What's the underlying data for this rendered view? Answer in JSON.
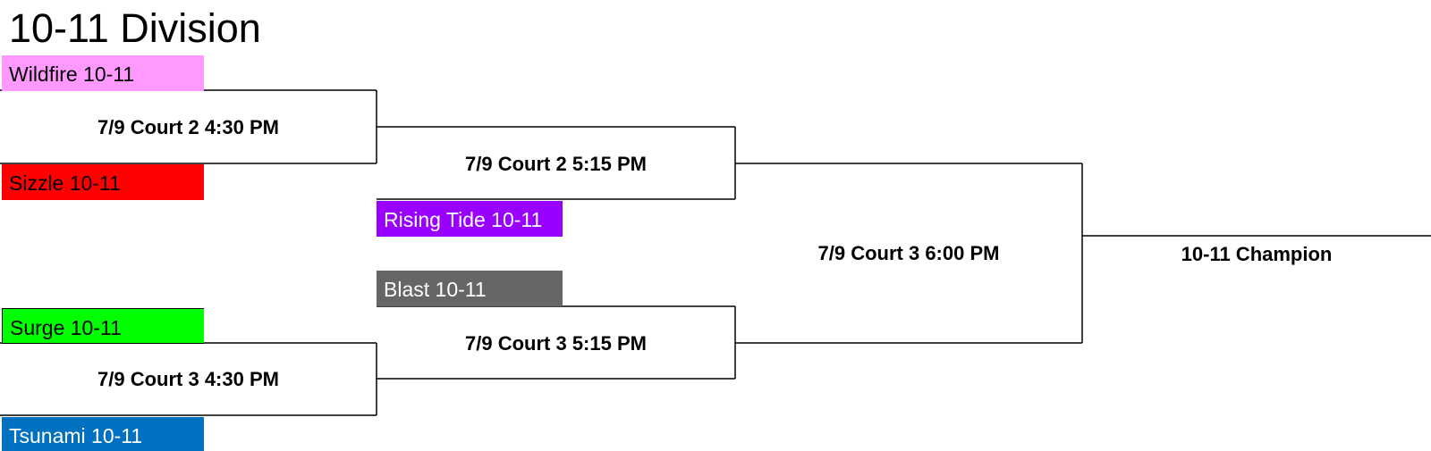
{
  "title": "10-11 Division",
  "teams": {
    "wildfire": {
      "name": "Wildfire 10-11",
      "color": "#ff99ff"
    },
    "sizzle": {
      "name": "Sizzle 10-11",
      "color": "#ff0000"
    },
    "rising_tide": {
      "name": "Rising Tide 10-11",
      "color": "#9900ff"
    },
    "blast": {
      "name": "Blast 10-11",
      "color": "#666666"
    },
    "surge": {
      "name": "Surge 10-11",
      "color": "#00ff00"
    },
    "tsunami": {
      "name": "Tsunami 10-11",
      "color": "#0070c0"
    }
  },
  "games": {
    "round1_top": "7/9 Court 2 4:30 PM",
    "round1_bottom": "7/9 Court 3 4:30 PM",
    "round2_top": "7/9 Court 2 5:15 PM",
    "round2_bottom": "7/9 Court 3 5:15 PM",
    "final": "7/9 Court 3 6:00 PM"
  },
  "champion_label": "10-11 Champion"
}
